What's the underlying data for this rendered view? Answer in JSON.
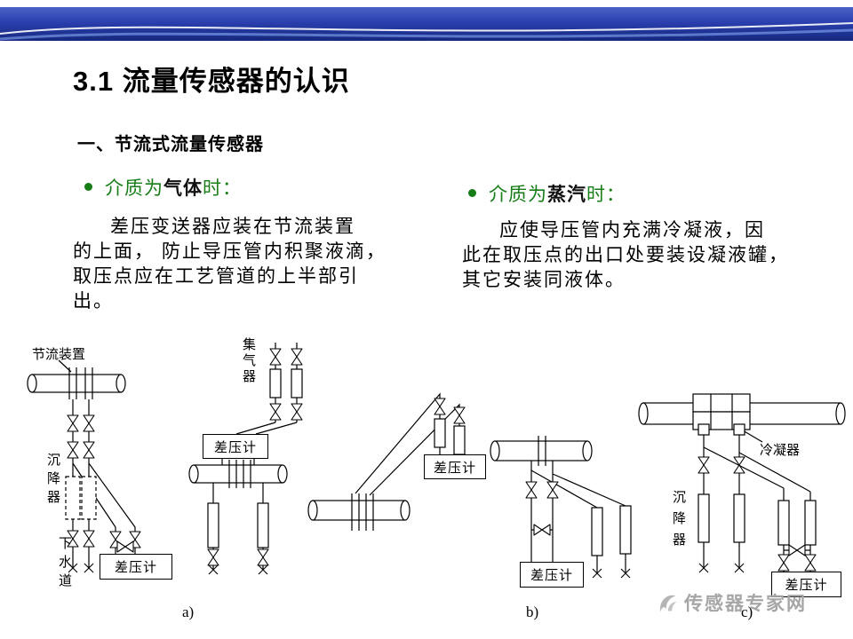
{
  "title": "3.1 流量传感器的认识",
  "subheading": "一、节流式流量传感器",
  "bullet_left": {
    "prefix": "介质为",
    "keyword": "气体",
    "suffix": "时："
  },
  "bullet_right": {
    "prefix": "介质为",
    "keyword": "蒸汽",
    "suffix": "时："
  },
  "para_left_lines": [
    "差压变送器应装在节流装置",
    "的上面， 防止导压管内积聚液滴，",
    "取压点应在工艺管道的上半部引",
    "出。"
  ],
  "para_right_lines": [
    "应使导压管内充满冷凝液，因",
    "此在取压点的出口处要装设凝液罐，",
    "其它安装同液体。"
  ],
  "diagram": {
    "throttle_label": "节流装置",
    "collector_label": "集气器",
    "settler_label_a": "沉降器",
    "sewer_label": "下水道",
    "dp_label": "差压计",
    "condenser_label": "冷凝器",
    "settler_label_c": "沉降器",
    "caption_a": "a)",
    "caption_b": "b)",
    "caption_c": "c)"
  },
  "watermark": "传感器专家网",
  "colors": {
    "header_blue": "#2b3fae",
    "bullet_green": "#177d17",
    "watermark_gray": "#a6a6a6"
  }
}
